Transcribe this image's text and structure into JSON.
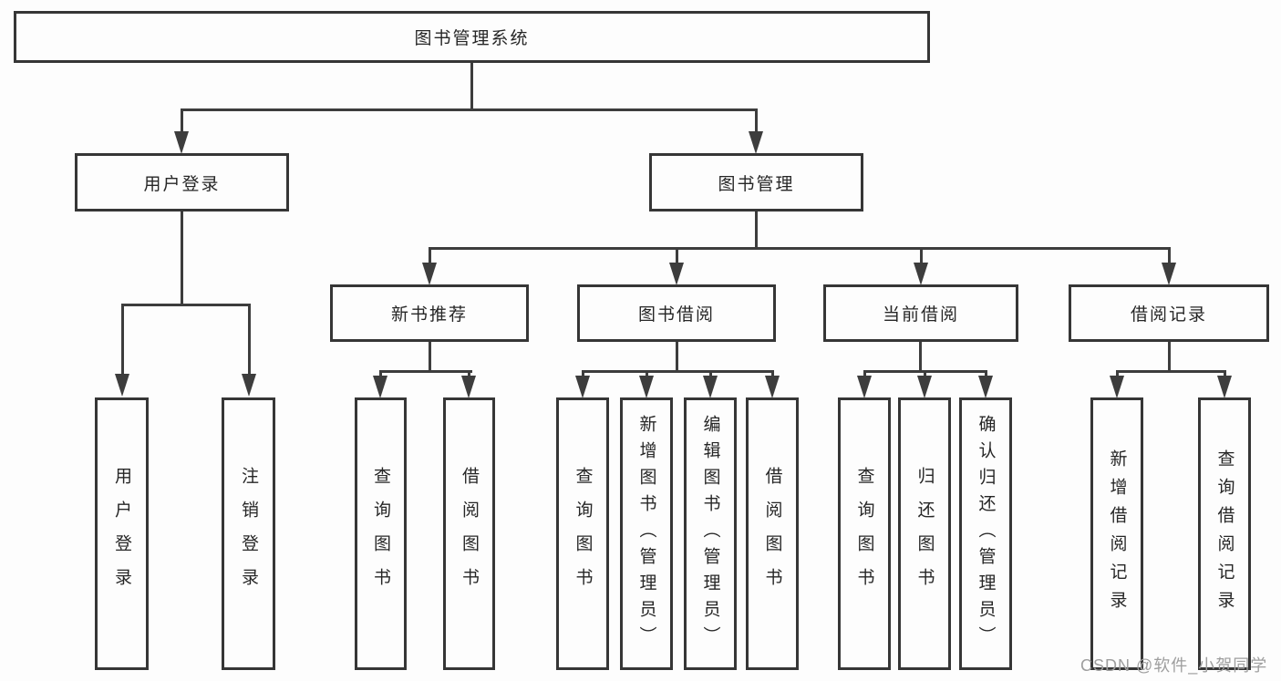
{
  "diagram": {
    "root": {
      "label": "图书管理系统"
    },
    "branches": [
      {
        "label": "用户登录",
        "children": [
          {
            "label": "用户登录"
          },
          {
            "label": "注销登录"
          }
        ]
      },
      {
        "label": "图书管理",
        "children": [
          {
            "label": "新书推荐",
            "children": [
              {
                "label": "查询图书"
              },
              {
                "label": "借阅图书"
              }
            ]
          },
          {
            "label": "图书借阅",
            "children": [
              {
                "label": "查询图书"
              },
              {
                "label": "新增图书（管理员）"
              },
              {
                "label": "编辑图书（管理员）"
              },
              {
                "label": "借阅图书"
              }
            ]
          },
          {
            "label": "当前借阅",
            "children": [
              {
                "label": "查询图书"
              },
              {
                "label": "归还图书"
              },
              {
                "label": "确认归还（管理员）"
              }
            ]
          },
          {
            "label": "借阅记录",
            "children": [
              {
                "label": "新增借阅记录"
              },
              {
                "label": "查询借阅记录"
              }
            ]
          }
        ]
      }
    ]
  },
  "watermark": {
    "text": "CSDN @软件_小贺同学"
  },
  "colors": {
    "line": "#3d3d3d",
    "box_border": "#363636",
    "text": "#262626",
    "watermark": "#9e9e9e",
    "background": "#fdfdfd"
  }
}
